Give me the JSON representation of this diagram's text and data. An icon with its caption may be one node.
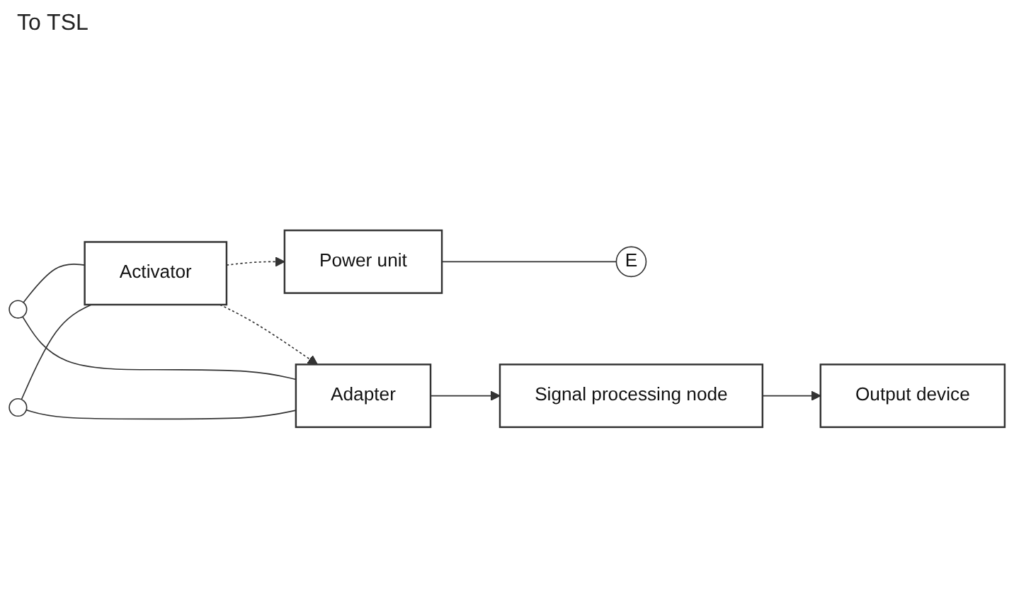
{
  "diagram": {
    "nodes": [
      {
        "text": [],
        "shape": "circle"
      },
      {
        "text": [],
        "shape": "circle"
      },
      {
        "text": [
          "Activator"
        ]
      },
      {
        "text": [
          "Power unit"
        ]
      },
      {
        "text": [
          "E"
        ]
      },
      {
        "text": [
          "Adapter"
        ]
      },
      {
        "text": [
          "Signal processing node"
        ]
      },
      {
        "text": [
          "Output device"
        ]
      }
    ],
    "edges": [
      {
        "from": 0,
        "to": 2,
        "arrow": "none"
      },
      {
        "from": 1,
        "to": 2,
        "arrow": "none"
      },
      {
        "from": 2,
        "to": 3,
        "arrow": "to",
        "style": "dashed"
      },
      {
        "from": 3,
        "to": 4,
        "arrow": "none"
      },
      {
        "from": 2,
        "to": 5,
        "arrow": "to",
        "style": "dashed"
      },
      {
        "from": 0,
        "to": 5,
        "arrow": "none"
      },
      {
        "from": 1,
        "to": 5,
        "arrow": "none"
      },
      {
        "from": 5,
        "to": 6,
        "arrow": "to"
      },
      {
        "from": 6,
        "to": 7,
        "arrow": "to"
      }
    ],
    "labels": [
      "To TSL"
    ]
  }
}
